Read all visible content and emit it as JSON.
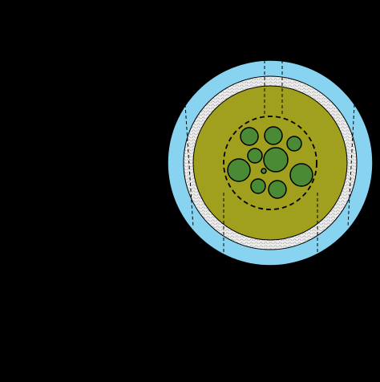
{
  "diagram": {
    "type": "concentric cross-section",
    "background_color": "#000000",
    "layers": [
      {
        "name": "outer-sheath",
        "color": "#87D3F0"
      },
      {
        "name": "textured-ring",
        "color": "#EEEEEE"
      },
      {
        "name": "core-matrix",
        "color": "#A0A01E"
      }
    ],
    "inner_zone": {
      "color": "#A0A01E",
      "border": "dashed"
    },
    "particle_color": "#4A8A35",
    "particle_count": 10,
    "guide_lines": {
      "style": "dashed",
      "color": "#000000"
    }
  }
}
